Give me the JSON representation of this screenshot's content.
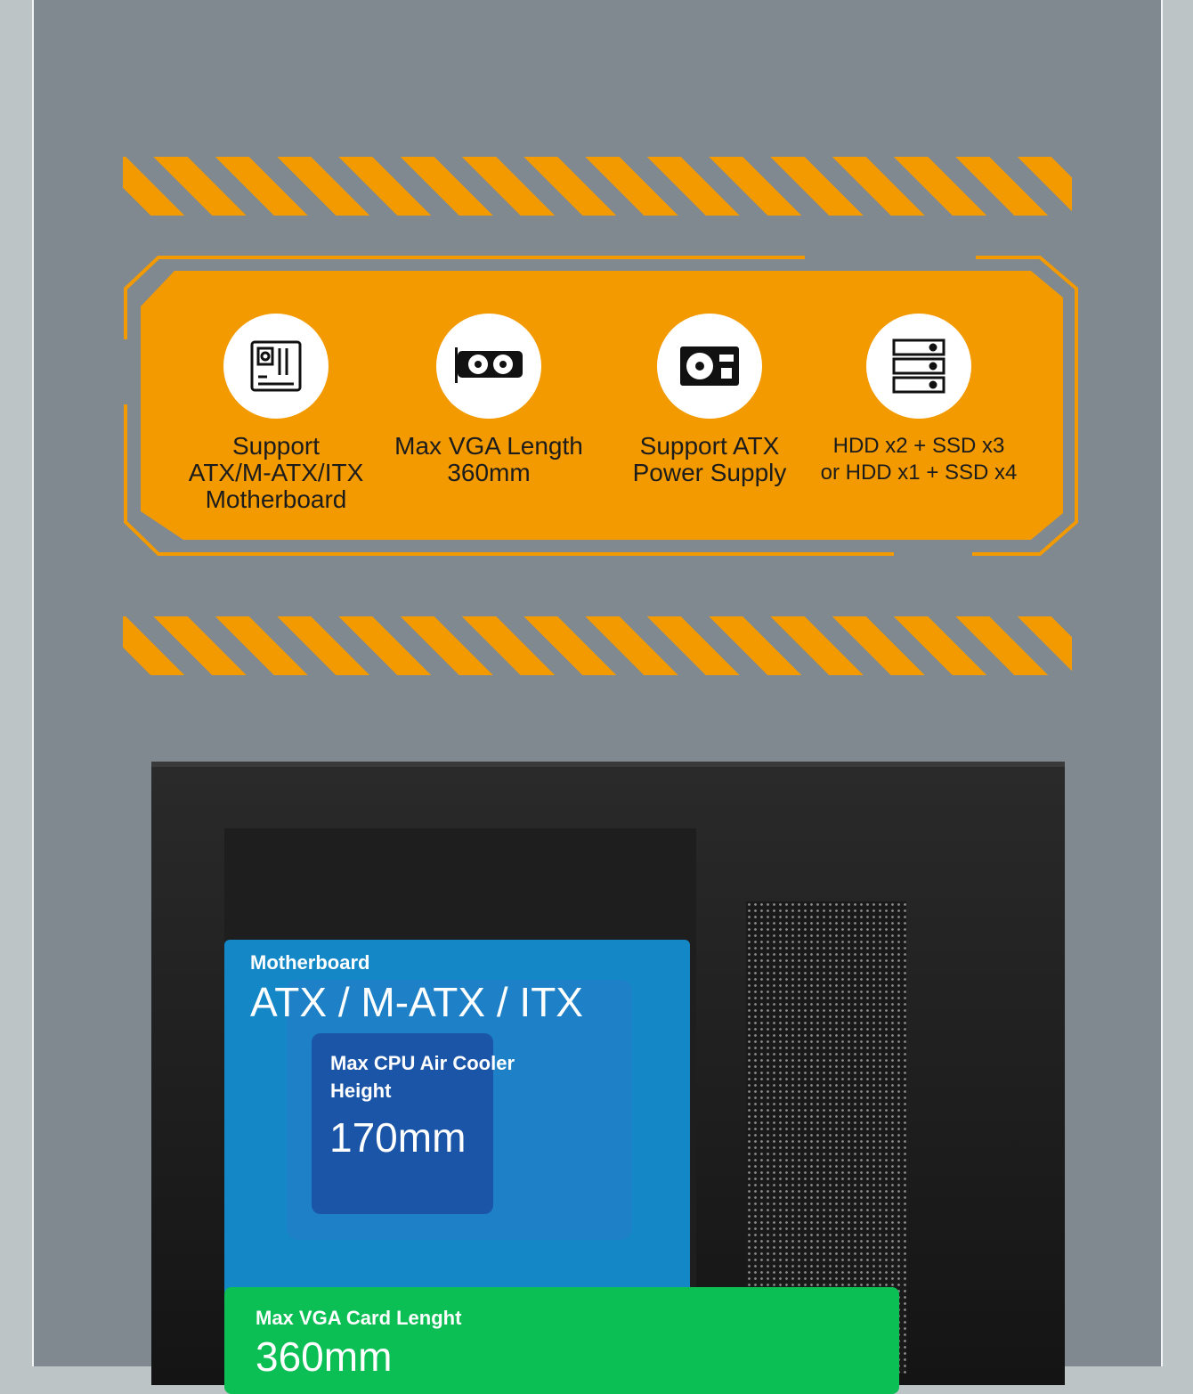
{
  "features": [
    {
      "icon": "motherboard-icon",
      "label": "Support\nATX/M-ATX/ITX\nMotherboard"
    },
    {
      "icon": "graphics-card-icon",
      "label": "Max VGA Length\n360mm"
    },
    {
      "icon": "power-supply-icon",
      "label": "Support ATX\nPower Supply"
    },
    {
      "icon": "drive-bays-icon",
      "label": "HDD x2 + SSD x3\nor HDD x1 + SSD x4"
    }
  ],
  "overlay": {
    "mb_title": "Motherboard",
    "mb_value": "ATX / M-ATX / ITX",
    "cpu_title": "Max CPU Air Cooler Height",
    "cpu_value": "170mm",
    "vga_title": "Max VGA Card Lenght",
    "vga_value": "360mm"
  },
  "colors": {
    "accent": "#f29a00",
    "background": "#808890",
    "motherboard_zone": "#1488c6",
    "vga_zone": "#0cbf55"
  }
}
